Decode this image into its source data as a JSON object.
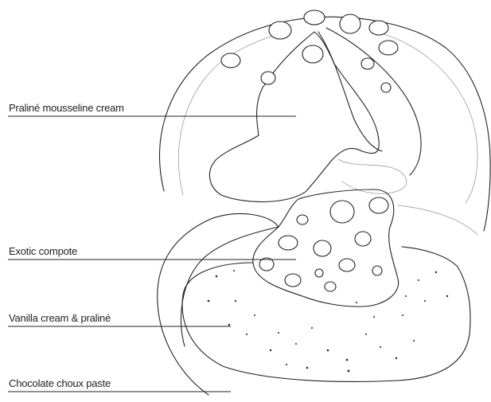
{
  "diagram": {
    "labels": {
      "praline": "Praliné mousseline cream",
      "compote": "Exotic compote",
      "vanilla": "Vanilla cream & praliné",
      "choux": "Chocolate choux paste"
    }
  }
}
